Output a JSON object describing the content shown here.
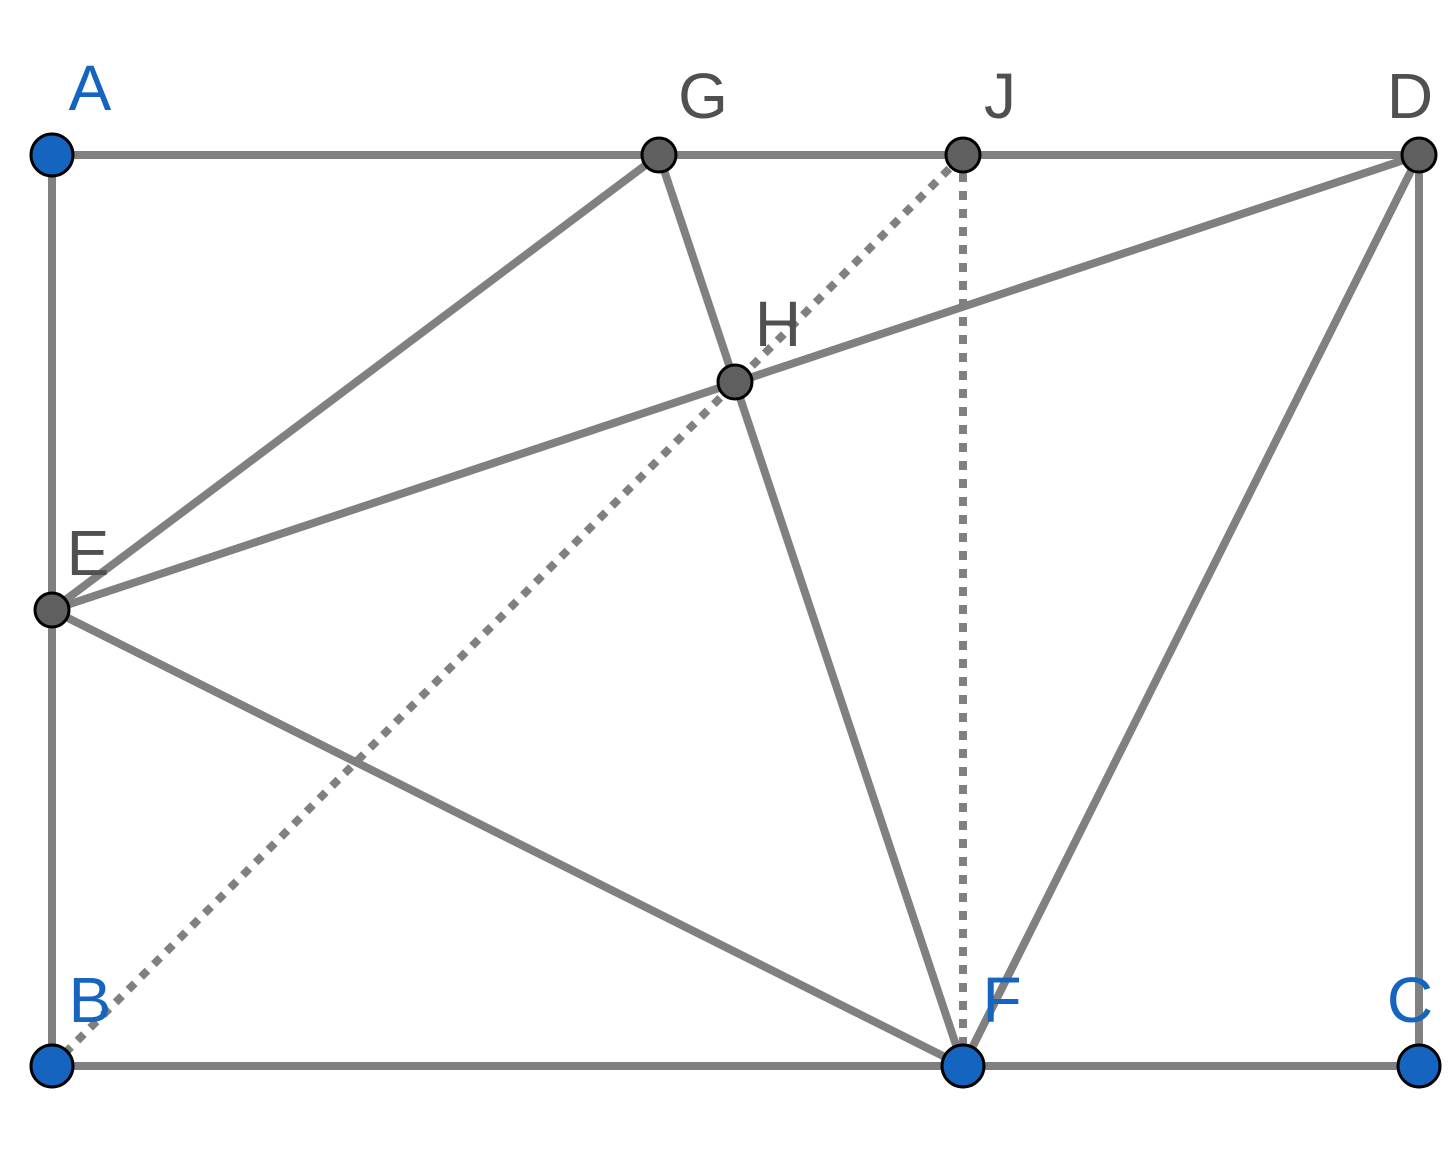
{
  "colors": {
    "background": "#ffffff",
    "segment": "#808080",
    "free_point": "#1565c0",
    "derived_point": "#5f5f5f",
    "point_outline": "#000000",
    "free_label": "#1565c0",
    "derived_label": "#505050"
  },
  "points": {
    "A": {
      "label": "A",
      "kind": "free"
    },
    "B": {
      "label": "B",
      "kind": "free"
    },
    "C": {
      "label": "C",
      "kind": "free"
    },
    "D": {
      "label": "D",
      "kind": "derived"
    },
    "E": {
      "label": "E",
      "kind": "derived"
    },
    "F": {
      "label": "F",
      "kind": "free"
    },
    "G": {
      "label": "G",
      "kind": "derived"
    },
    "H": {
      "label": "H",
      "kind": "derived"
    },
    "J": {
      "label": "J",
      "kind": "derived"
    }
  },
  "segments": [
    {
      "from": "A",
      "to": "D",
      "style": "solid"
    },
    {
      "from": "A",
      "to": "B",
      "style": "solid"
    },
    {
      "from": "B",
      "to": "C",
      "style": "solid"
    },
    {
      "from": "D",
      "to": "C",
      "style": "solid"
    },
    {
      "from": "E",
      "to": "G",
      "style": "solid"
    },
    {
      "from": "G",
      "to": "F",
      "style": "solid"
    },
    {
      "from": "E",
      "to": "D",
      "style": "solid"
    },
    {
      "from": "E",
      "to": "F",
      "style": "solid"
    },
    {
      "from": "D",
      "to": "F",
      "style": "solid"
    },
    {
      "from": "B",
      "to": "J",
      "style": "dotted"
    },
    {
      "from": "J",
      "to": "F",
      "style": "dotted"
    }
  ]
}
